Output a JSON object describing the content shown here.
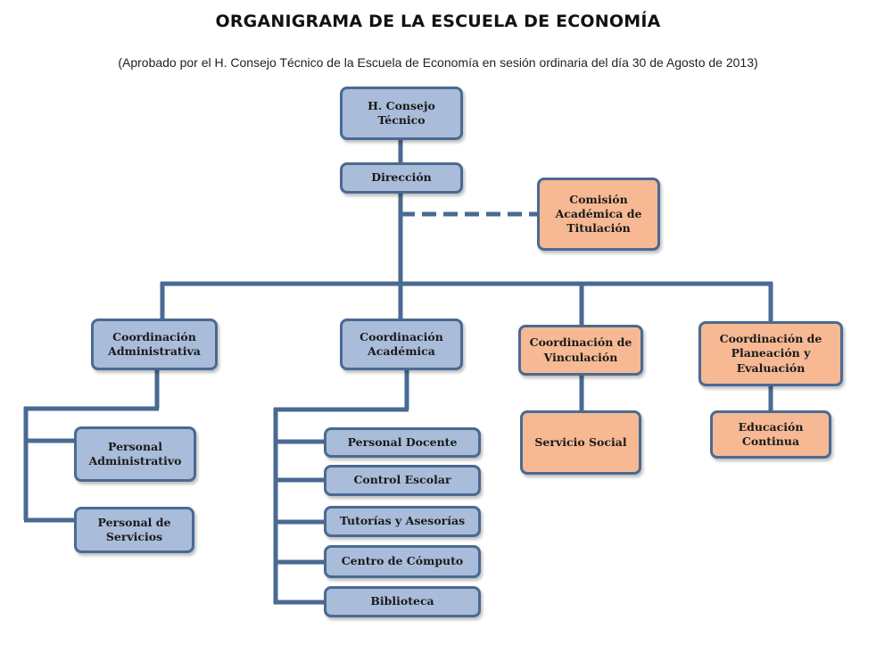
{
  "title": "ORGANIGRAMA DE LA ESCUELA DE ECONOMÍA",
  "subtitle": "(Aprobado por el H. Consejo Técnico de la Escuela de Economía en sesión ordinaria del día 30 de Agosto de 2013)",
  "colors": {
    "blue_box": "#a9bcd9",
    "orange_box": "#f6b993",
    "border": "#4a6a92",
    "line": "#4a6a92"
  },
  "nodes": {
    "consejo": "H. Consejo Técnico",
    "direccion": "Dirección",
    "comision": "Comisión Académica de Titulación",
    "coord_admin": "Coordinación Administrativa",
    "coord_acad": "Coordinación Académica",
    "coord_vinc": "Coordinación de Vinculación",
    "coord_plan": "Coordinación de Planeación y Evaluación",
    "personal_admin": "Personal Administrativo",
    "personal_serv": "Personal de Servicios",
    "personal_docente": "Personal Docente",
    "control_escolar": "Control Escolar",
    "tutorias": "Tutorías y Asesorías",
    "centro_computo": "Centro de Cómputo",
    "biblioteca": "Biblioteca",
    "servicio_social": "Servicio Social",
    "educacion_continua": "Educación Continua"
  }
}
